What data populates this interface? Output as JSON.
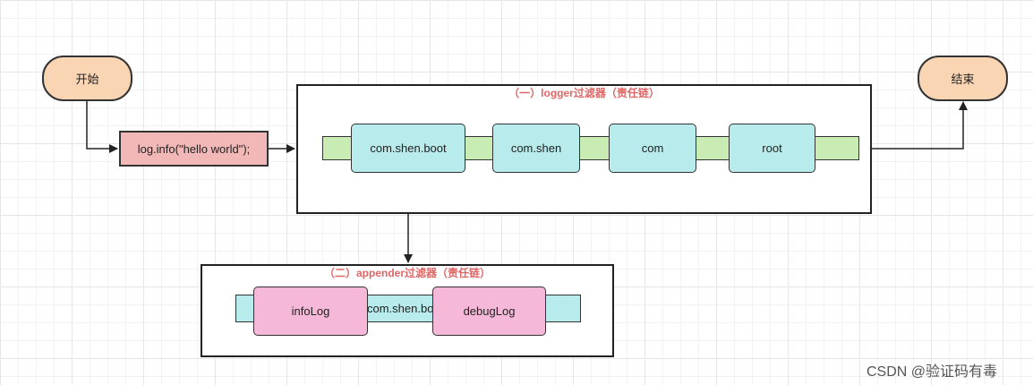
{
  "start": {
    "label": "开始"
  },
  "end": {
    "label": "结束"
  },
  "log_call": {
    "label": "log.info(\"hello world\");"
  },
  "logger_filter": {
    "title": "（一）logger过滤器（责任链）",
    "nodes": [
      "com.shen.boot",
      "com.shen",
      "com",
      "root"
    ]
  },
  "appender_filter": {
    "title": "（二）appender过滤器（责任链）",
    "bar_label": "com.shen.boot",
    "nodes": [
      "infoLog",
      "debugLog"
    ]
  },
  "watermark": "CSDN @验证码有毒",
  "colors": {
    "terminal_fill": "#f9d5b4",
    "code_fill": "#f2b8b8",
    "logger_bar_fill": "#c9ecb4",
    "logger_node_fill": "#b8ebeb",
    "appender_bar_fill": "#b8ebeb",
    "appender_node_fill": "#f5b8d8",
    "title_color": "#e06666"
  }
}
